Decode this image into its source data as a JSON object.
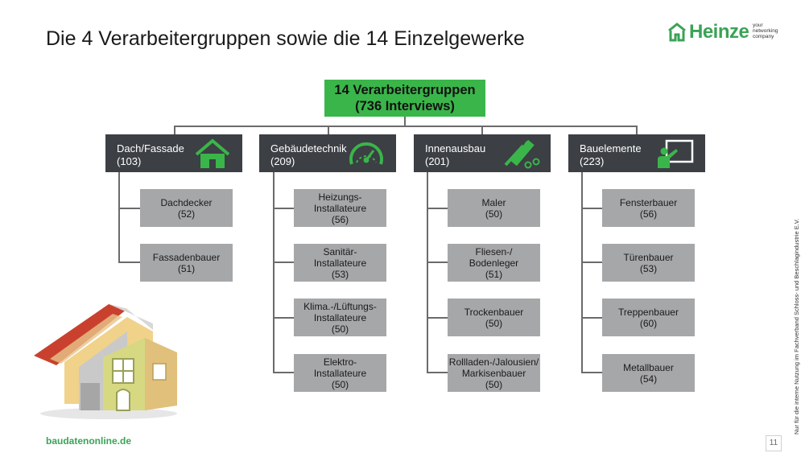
{
  "title": "Die 4 Verarbeitergruppen sowie die 14 Einzelgewerke",
  "logo": {
    "word": "Heinze",
    "tagline": [
      "your",
      "networking",
      "company"
    ],
    "accent": "#3aa356"
  },
  "root": {
    "line1": "14 Verarbeitergruppen",
    "line2": "(736 Interviews)",
    "color": "#3ab54a"
  },
  "groups": [
    {
      "name": "Dach/Fassade",
      "count": "(103)",
      "icon": "house-icon",
      "trades": [
        {
          "name": "Dachdecker",
          "count": "(52)"
        },
        {
          "name": "Fassadenbauer",
          "count": "(51)"
        }
      ]
    },
    {
      "name": "Gebäudetechnik",
      "count": "(209)",
      "icon": "gauge-icon",
      "trades": [
        {
          "name": "Heizungs-\nInstallateure",
          "count": "(56)"
        },
        {
          "name": "Sanitär-\nInstallateure",
          "count": "(53)"
        },
        {
          "name": "Klima.-/Lüftungs-\nInstallateure",
          "count": "(50)"
        },
        {
          "name": "Elektro-\nInstallateure",
          "count": "(50)"
        }
      ]
    },
    {
      "name": "Innenausbau",
      "count": "(201)",
      "icon": "tools-icon",
      "trades": [
        {
          "name": "Maler",
          "count": "(50)"
        },
        {
          "name": "Fliesen-/\nBodenleger",
          "count": "(51)"
        },
        {
          "name": "Trockenbauer",
          "count": "(50)"
        },
        {
          "name": "Rollladen-/Jalousien/\nMarkisenbauer",
          "count": "(50)"
        }
      ]
    },
    {
      "name": "Bauelemente",
      "count": "(223)",
      "icon": "presentation-icon",
      "trades": [
        {
          "name": "Fensterbauer",
          "count": "(56)"
        },
        {
          "name": "Türenbauer",
          "count": "(53)"
        },
        {
          "name": "Treppenbauer",
          "count": "(60)"
        },
        {
          "name": "Metallbauer",
          "count": "(54)"
        }
      ]
    }
  ],
  "footer": "baudatenonline.de",
  "page_number": "11",
  "side_note": "Nur für die interne Nutzung im Fachverband Schloss- und Beschlagindustrie E.V.",
  "colors": {
    "group_bg": "#3c3f44",
    "leaf_bg": "#a6a7a9",
    "icon_green": "#3ab54a",
    "connector": "#6b6b6b"
  }
}
